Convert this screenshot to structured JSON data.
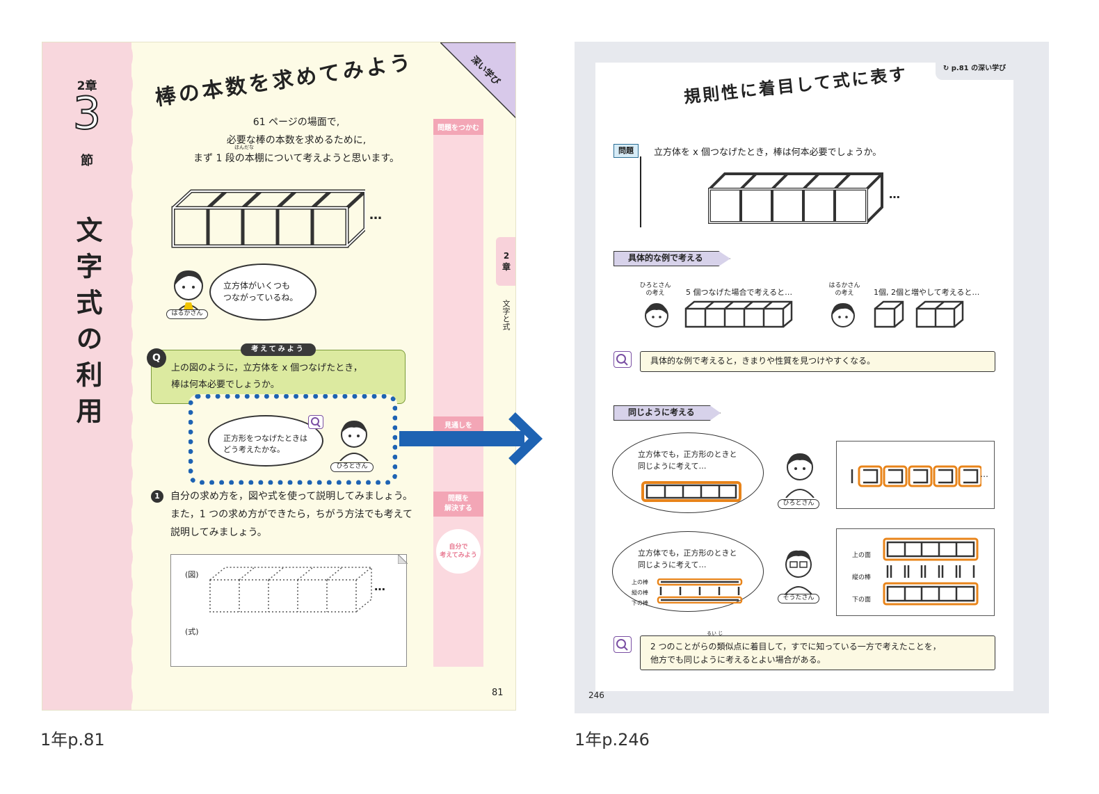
{
  "left_page": {
    "chapter": "2章",
    "section_number": "3",
    "section_suffix": "節",
    "side_title": "文字式の利用",
    "corner_tag": "深い学び",
    "lesson_title": "棒の本数を求めてみよう",
    "intro_lines": [
      "61 ページの場面で,",
      "必要な棒の本数を求めるために,",
      "まず 1 段の本棚について考えようと思います。"
    ],
    "ruby_hondana": "ほんだな",
    "ellipsis": "…",
    "haruka_speech": [
      "立方体がいくつも",
      "つながっているね。"
    ],
    "haruka_name": "はるかさん",
    "q_badge": "Q",
    "think_badge": "考えてみよう",
    "question_lines": [
      "上の図のように，立方体を x 個つなげたとき，",
      "棒は何本必要でしょうか。"
    ],
    "hiroto_speech": [
      "正方形をつなげたときは",
      "どう考えたかな。"
    ],
    "hiroto_name": "ひろとさん",
    "task_number": "1",
    "task_lines": [
      "自分の求め方を，図や式を使って説明してみましょう。",
      "また，1 つの求め方ができたら，ちがう方法でも考えて",
      "説明してみましょう。"
    ],
    "work_fig_label": "(図)",
    "work_eq_label": "(式)",
    "steps": [
      "問題をつかむ",
      "見通しを",
      "問題を",
      "解決する",
      "自分で",
      "考えてみよう"
    ],
    "chapter_tab_num": "2",
    "chapter_tab_suffix": "章",
    "chapter_tab_name": "文字と式",
    "page_number": "81"
  },
  "right_page": {
    "ref_tab": "p.81 の深い学び",
    "title": "規則性に着目して式に表す",
    "problem_label": "問題",
    "problem_text": "立方体を x 個つなげたとき，棒は何本必要でしょうか。",
    "ellipsis": "…",
    "section1_label": "具体的な例で考える",
    "hiroto_idea_label": [
      "ひろとさん",
      "の考え"
    ],
    "hiroto_idea_text": "5 個つなげた場合で考えると…",
    "haruka_idea_label": [
      "はるかさん",
      "の考え"
    ],
    "haruka_idea_text": "1個, 2個と増やして考えると…",
    "insight1": "具体的な例で考えると，きまりや性質を見つけやすくなる。",
    "section2_label": "同じように考える",
    "hiroto_cloud": [
      "立方体でも，正方形のときと",
      "同じように考えて…"
    ],
    "hiroto_name": "ひろとさん",
    "souta_cloud": [
      "立方体でも，正方形のときと",
      "同じように考えて…"
    ],
    "souta_name": "そうたさん",
    "rod_labels": [
      "上の棒",
      "縦の棒",
      "下の棒"
    ],
    "face_labels": [
      "上の面",
      "縦の棒",
      "下の面"
    ],
    "insight2_lines": [
      "2 つのことがらの類似点に着目して，すでに知っている一方で考えたことを，",
      "他方でも同じように考えるとよい場合がある。"
    ],
    "ruby_ruiji": "るい じ",
    "page_number": "246"
  },
  "captions": {
    "left": "1年p.81",
    "right": "1年p.246"
  },
  "colors": {
    "arrow": "#1e63b3",
    "left_band": "#f8d7dd",
    "left_bg": "#fdfbe6",
    "q_box": "#dceaa0",
    "section_label": "#d7d2ea",
    "highlight_orange": "#e8841a"
  }
}
